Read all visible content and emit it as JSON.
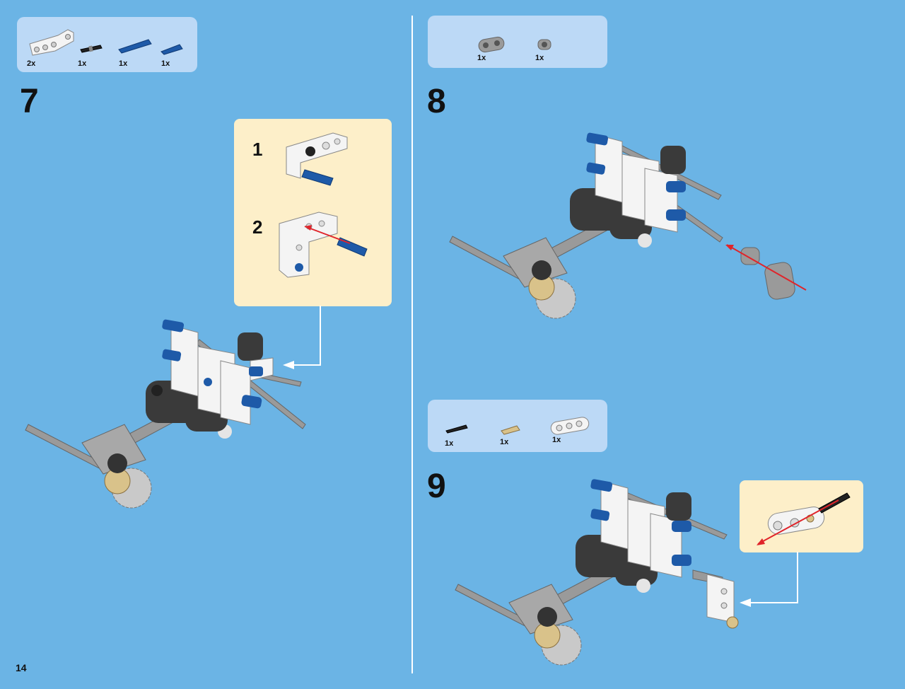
{
  "page": {
    "number": "14",
    "background": "#6bb4e5"
  },
  "steps": [
    {
      "number": "7",
      "parts": [
        {
          "icon": "white-angled-beam-icon",
          "qty": "2x"
        },
        {
          "icon": "black-connector-pin-icon",
          "qty": "1x"
        },
        {
          "icon": "blue-long-axle-pin-icon",
          "qty": "1x"
        },
        {
          "icon": "blue-axle-pin-icon",
          "qty": "1x"
        }
      ],
      "substeps": [
        "1",
        "2"
      ]
    },
    {
      "number": "8",
      "parts": [
        {
          "icon": "gray-double-beam-icon",
          "qty": "1x"
        },
        {
          "icon": "gray-bush-icon",
          "qty": "1x"
        }
      ]
    },
    {
      "number": "9",
      "parts": [
        {
          "icon": "black-connector-pin-icon",
          "qty": "1x"
        },
        {
          "icon": "tan-half-pin-icon",
          "qty": "1x"
        },
        {
          "icon": "white-beam-3-icon",
          "qty": "1x"
        }
      ]
    }
  ],
  "colors": {
    "parts_box": "#bcd9f6",
    "callout": "#fdefc9",
    "white_part": "#f4f4f4",
    "dark_part": "#3a3a3a",
    "blue_part": "#1e5aa8",
    "gray_part": "#9a9a9a",
    "tan_part": "#d9c28a",
    "arrow_red": "#e0242a"
  }
}
